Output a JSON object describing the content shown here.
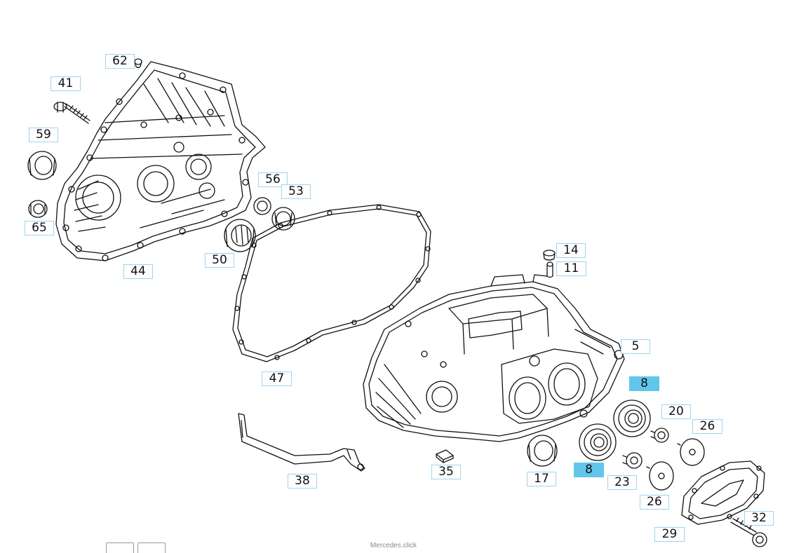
{
  "callouts": [
    {
      "id": "62",
      "highlighted": false
    },
    {
      "id": "41",
      "highlighted": false
    },
    {
      "id": "59",
      "highlighted": false
    },
    {
      "id": "65",
      "highlighted": false
    },
    {
      "id": "44",
      "highlighted": false
    },
    {
      "id": "56",
      "highlighted": false
    },
    {
      "id": "53",
      "highlighted": false
    },
    {
      "id": "50",
      "highlighted": false
    },
    {
      "id": "14",
      "highlighted": false
    },
    {
      "id": "11",
      "highlighted": false
    },
    {
      "id": "47",
      "highlighted": false
    },
    {
      "id": "5",
      "highlighted": false
    },
    {
      "id": "8",
      "highlighted": true
    },
    {
      "id": "20",
      "highlighted": false
    },
    {
      "id": "26",
      "highlighted": false
    },
    {
      "id": "17",
      "highlighted": false
    },
    {
      "id": "8",
      "highlighted": true
    },
    {
      "id": "23",
      "highlighted": false
    },
    {
      "id": "26",
      "highlighted": false
    },
    {
      "id": "38",
      "highlighted": false
    },
    {
      "id": "35",
      "highlighted": false
    },
    {
      "id": "29",
      "highlighted": false
    },
    {
      "id": "32",
      "highlighted": false
    }
  ],
  "watermark": "Mercedes.click",
  "colors": {
    "highlight": "#62c6ec",
    "callout_border": "#9fd4ec",
    "line": "#111111"
  }
}
